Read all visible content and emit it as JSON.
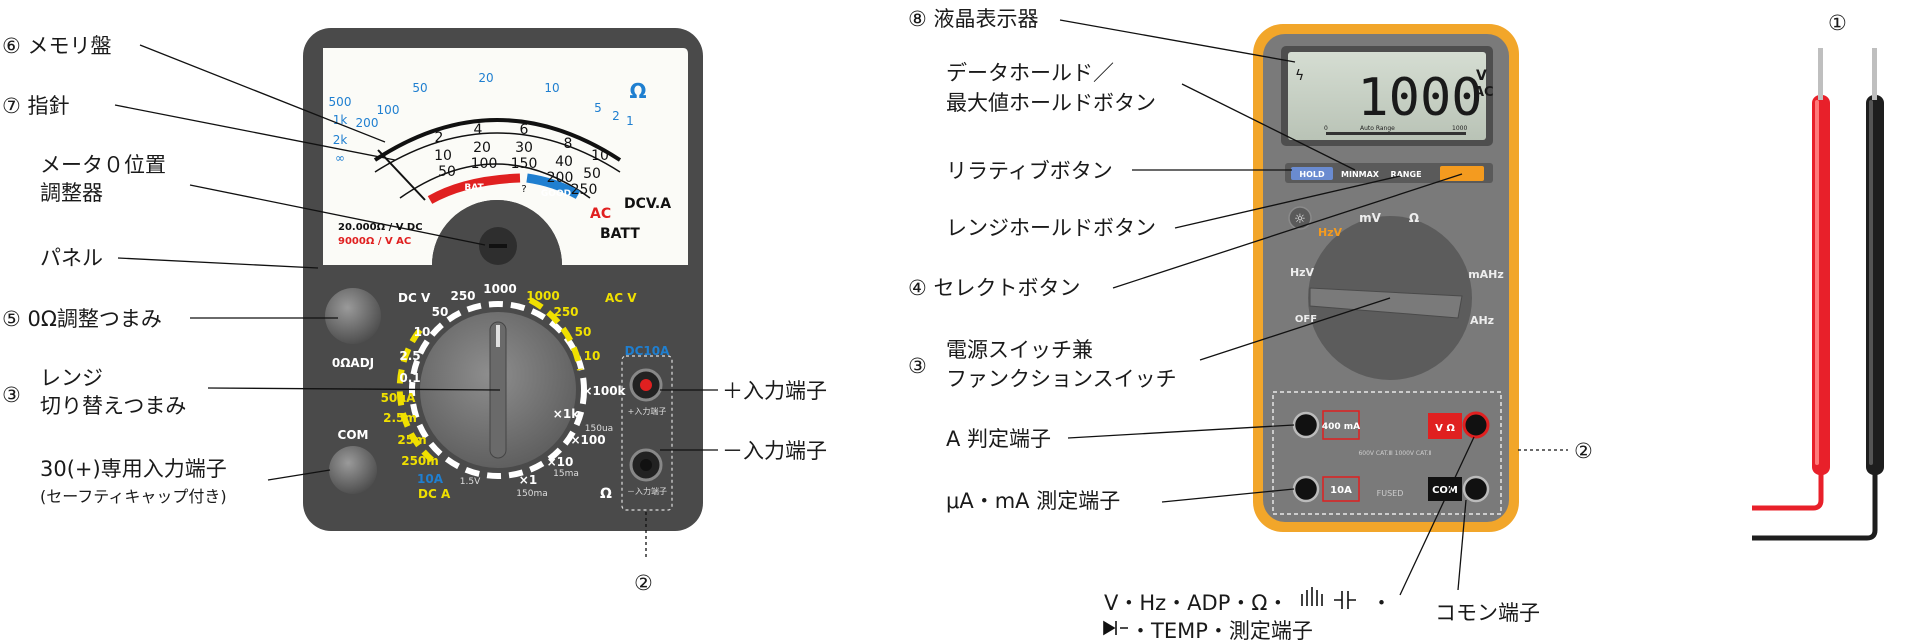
{
  "analog": {
    "labels": {
      "scale_plate": "⑥ メモリ盤",
      "pointer": "⑦ 指針",
      "zero_adjuster_1": "メータ０位置",
      "zero_adjuster_2": "調整器",
      "panel": "パネル",
      "ohm_knob": "⑤ 0Ω調整つまみ",
      "range_knob_1": "レンジ",
      "range_knob_2": "切り替えつまみ",
      "range_knob_num": "③",
      "dedicated_terminal_1": "30(+)専用入力端子",
      "dedicated_terminal_2": "(セーフティキャップ付き)",
      "plus_terminal": "＋入力端子",
      "minus_terminal": "－入力端子",
      "terminals_num": "②"
    },
    "scale": {
      "ohm_ticks": [
        "500",
        "1k",
        "2k",
        "∞",
        "200",
        "100",
        "50",
        "20",
        "10",
        "5",
        "2",
        "1"
      ],
      "ohm_symbol": "Ω",
      "dc_ticks_a": [
        "2",
        "4",
        "6",
        "8",
        "10"
      ],
      "dc_ticks_b": [
        "10",
        "20",
        "30",
        "40",
        "50"
      ],
      "dc_ticks_c": [
        "50",
        "100",
        "150",
        "200",
        "250"
      ],
      "dcv_label": "DCV.A",
      "ac_label": "AC",
      "batt_label": "BATT",
      "bat_band": "BAT",
      "good_band": "GOOD",
      "question_mark": "?",
      "sensitivity_dc": "20.000Ω / V DC",
      "sensitivity_ac": "9000Ω / V AC"
    },
    "ohm_adj_label": "0ΩADJ",
    "com_label": "COM",
    "dc10a_label": "DC10A",
    "plus_small": "+入力端子",
    "minus_small": "－入力端子",
    "dial": {
      "dcv": "DC V",
      "acv": "AC V",
      "dca": "DC A",
      "ohm": "Ω",
      "left_ticks": [
        "250",
        "50",
        "10",
        "2.5",
        "0.1",
        "50μA",
        "2.5m",
        "25m",
        "250m",
        "10A"
      ],
      "top": "1000",
      "right_ticks": [
        "1000",
        "250",
        "50",
        "10"
      ],
      "ohm_ticks": [
        "×100k",
        "×1k",
        "×100",
        "×10",
        "×1"
      ],
      "ohm_sub": [
        "150ua",
        "15ma",
        "150ma"
      ],
      "batt": "1.5V"
    },
    "colors": {
      "body": "#4a4a4a",
      "panel": "#3a3a3a",
      "red": "#e02020",
      "yellow": "#f0e000",
      "blue": "#1f7fd0"
    }
  },
  "digital": {
    "labels": {
      "lcd": "⑧ 液晶表示器",
      "hold_1": "データホールド／",
      "hold_2": "最大値ホールドボタン",
      "relative": "リラティブボタン",
      "range_hold": "レンジホールドボタン",
      "select": "④ セレクトボタン",
      "power_1": "電源スイッチ兼",
      "power_2": "ファンクションスイッチ",
      "power_num": "③",
      "a_terminal": "A 判定端子",
      "ua_terminal": "μA・mA 測定端子",
      "terminals_num": "②",
      "v_terminal_1": "V・Hz・ADP・Ω・",
      "v_terminal_1b": "・",
      "v_terminal_2": "・TEMP・測定端子",
      "com_terminal": "コモン端子"
    },
    "display": {
      "reading": "1000",
      "unit_top": "V",
      "unit_bottom": "AC",
      "scale_min": "0",
      "scale_mid": "Auto Range",
      "scale_max": "1000"
    },
    "buttons": {
      "hold": "HOLD",
      "minmax": "MINMAX",
      "range": "RANGE"
    },
    "dial_labels": {
      "mv": "mV",
      "ohm": "Ω",
      "hz_v_top": "HzV",
      "hz_v": "HzV",
      "off": "OFF",
      "ma_hz": "mAHz",
      "a_hz": "AHz"
    },
    "jacks": {
      "ma400": "400 mA",
      "a10": "10A",
      "v_ohm": "V Ω",
      "com": "COM",
      "warning": "600V CAT.Ⅲ 1000V CAT.Ⅱ",
      "fused": "FUSED"
    },
    "colors": {
      "body": "#7a7a7a",
      "frame": "#f2a62a",
      "lcd": "#c9d2c6",
      "button_hold": "#6a8bd0",
      "button_orange": "#f49b1f"
    }
  },
  "probes": {
    "label": "①",
    "colors": {
      "red": "#e8202a",
      "black": "#1e1e1e"
    }
  }
}
